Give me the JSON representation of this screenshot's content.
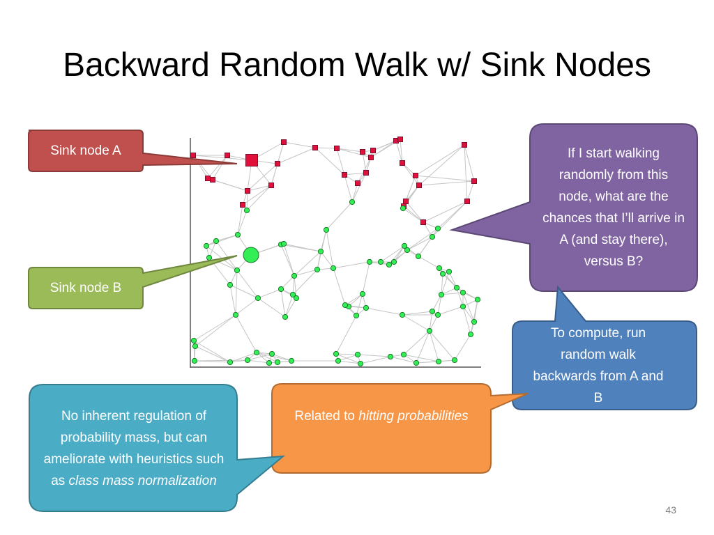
{
  "slide": {
    "title": "Backward Random Walk w/ Sink Nodes",
    "page_number": "43"
  },
  "colors": {
    "sink_a": "#c0504d",
    "sink_b": "#9bbb59",
    "question": "#8064a2",
    "compute": "#4f81bd",
    "related": "#f79646",
    "regulation": "#4bacc6",
    "red_node": "#e0103a",
    "green_node": "#33ee55",
    "edge": "#c4c4c4"
  },
  "callouts": {
    "sink_a": {
      "text": "Sink node A"
    },
    "sink_b": {
      "text": "Sink node B"
    },
    "question": {
      "text": "If I start walking randomly from this node, what are the chances that I’ll arrive in A (and stay there), versus B?"
    },
    "compute": {
      "text": "To compute, run random walk backwards from A and B"
    },
    "related": {
      "prefix": "Related to ",
      "emphasis": "hitting probabilities"
    },
    "regulation": {
      "prefix": "No inherent regulation of probability mass, but can ameliorate with heuristics such as ",
      "emphasis": "class mass normalization"
    }
  }
}
